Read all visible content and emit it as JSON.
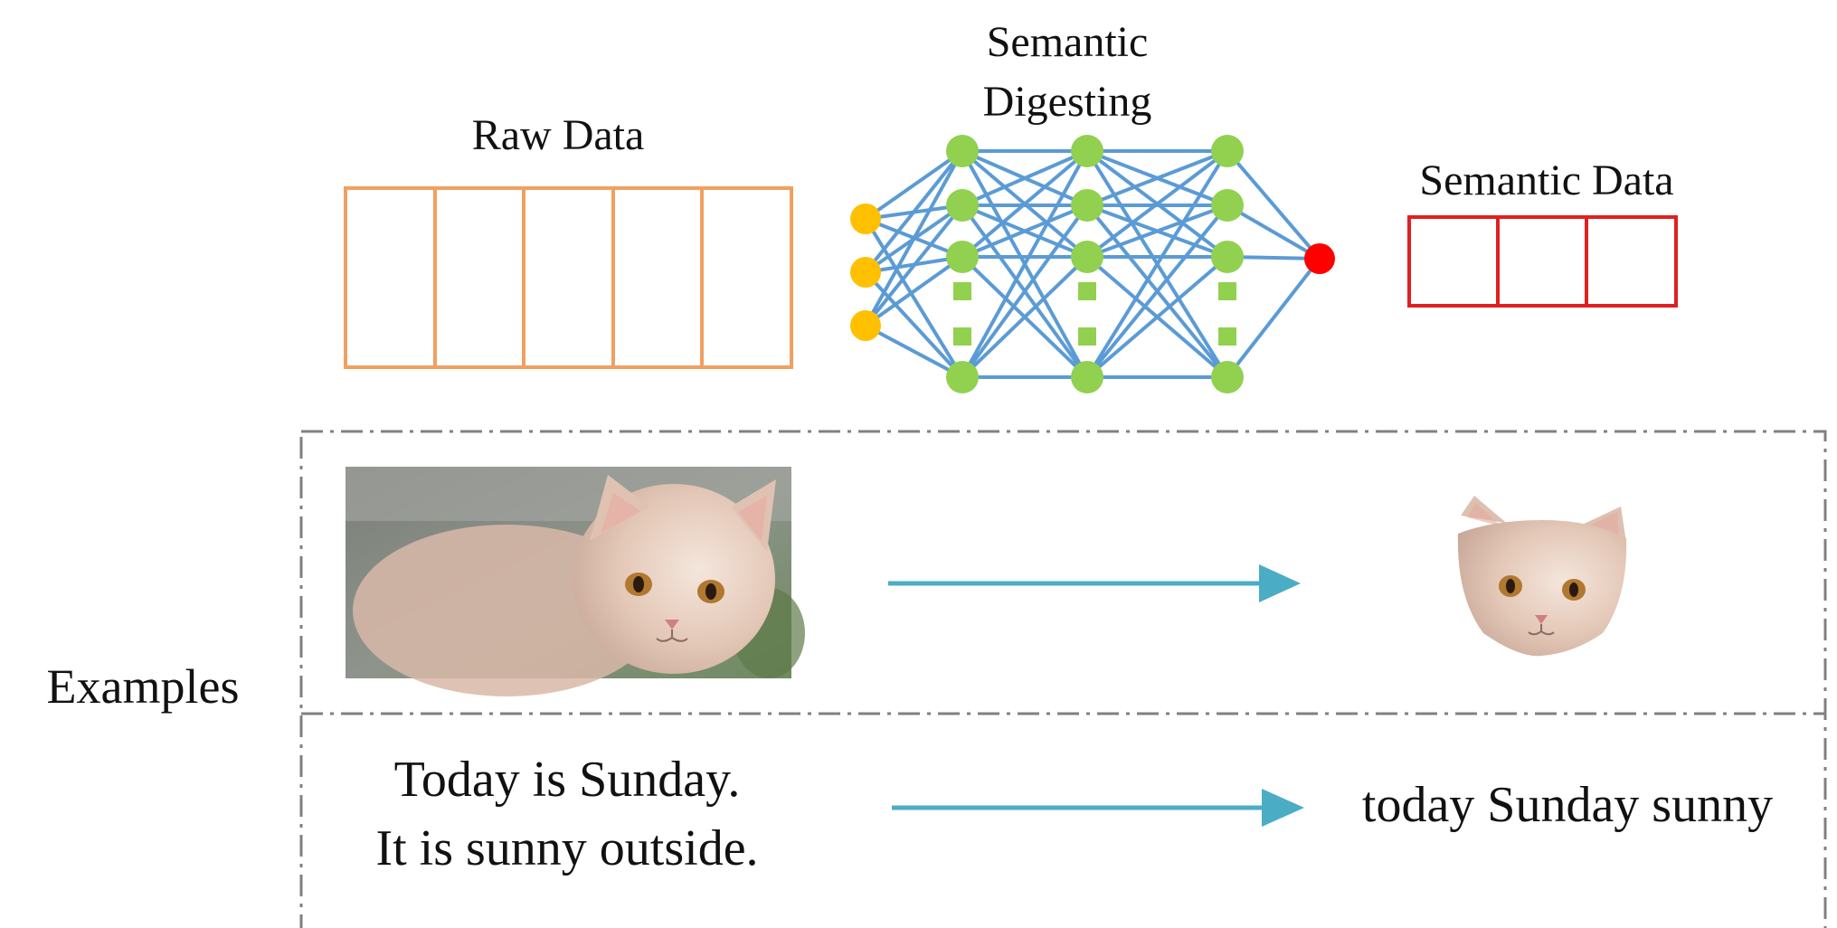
{
  "labels": {
    "raw_data": "Raw Data",
    "semantic_digesting_line1": "Semantic",
    "semantic_digesting_line2": "Digesting",
    "semantic_data": "Semantic Data",
    "examples": "Examples"
  },
  "examples": {
    "text_input_line1": "Today is Sunday.",
    "text_input_line2": "It is sunny outside.",
    "text_output": "today Sunday sunny"
  },
  "icons": {
    "input_image": "kitten-photo",
    "output_image": "kitten-face-cutout",
    "arrow": "right-arrow"
  },
  "colors": {
    "raw_data_box": "#F0A060",
    "semantic_data_box": "#E02020",
    "network_edges": "#5B9BD5",
    "input_nodes": "#FFC000",
    "hidden_nodes": "#92D050",
    "output_node": "#FF0000",
    "arrow": "#4BACC6",
    "dashed_frame": "#808080"
  }
}
